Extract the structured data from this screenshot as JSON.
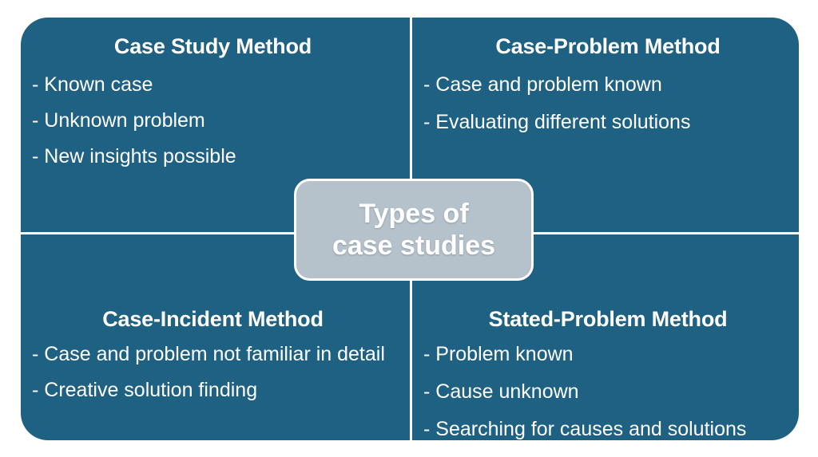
{
  "diagram": {
    "title": "Types of case studies",
    "center": {
      "line1": "Types of",
      "line2": "case studies"
    },
    "colors": {
      "panel": "#1f6183",
      "center_fill": "#b6c2cb",
      "divider": "#ffffff",
      "text": "#ffffff",
      "background": "#ffffff"
    },
    "quadrants": [
      {
        "id": "case-study-method",
        "position": "top-left",
        "title": "Case Study Method",
        "bullets": [
          "- Known case",
          "- Unknown problem",
          "- New insights possible"
        ]
      },
      {
        "id": "case-problem-method",
        "position": "top-right",
        "title": "Case-Problem Method",
        "bullets": [
          "- Case and problem known",
          "- Evaluating different solutions"
        ]
      },
      {
        "id": "case-incident-method",
        "position": "bottom-left",
        "title": "Case-Incident Method",
        "bullets": [
          "- Case and problem not familiar in detail",
          "- Creative solution finding"
        ]
      },
      {
        "id": "stated-problem-method",
        "position": "bottom-right",
        "title": "Stated-Problem Method",
        "bullets": [
          "- Problem known",
          "- Cause unknown",
          "- Searching for causes and solutions"
        ]
      }
    ]
  }
}
